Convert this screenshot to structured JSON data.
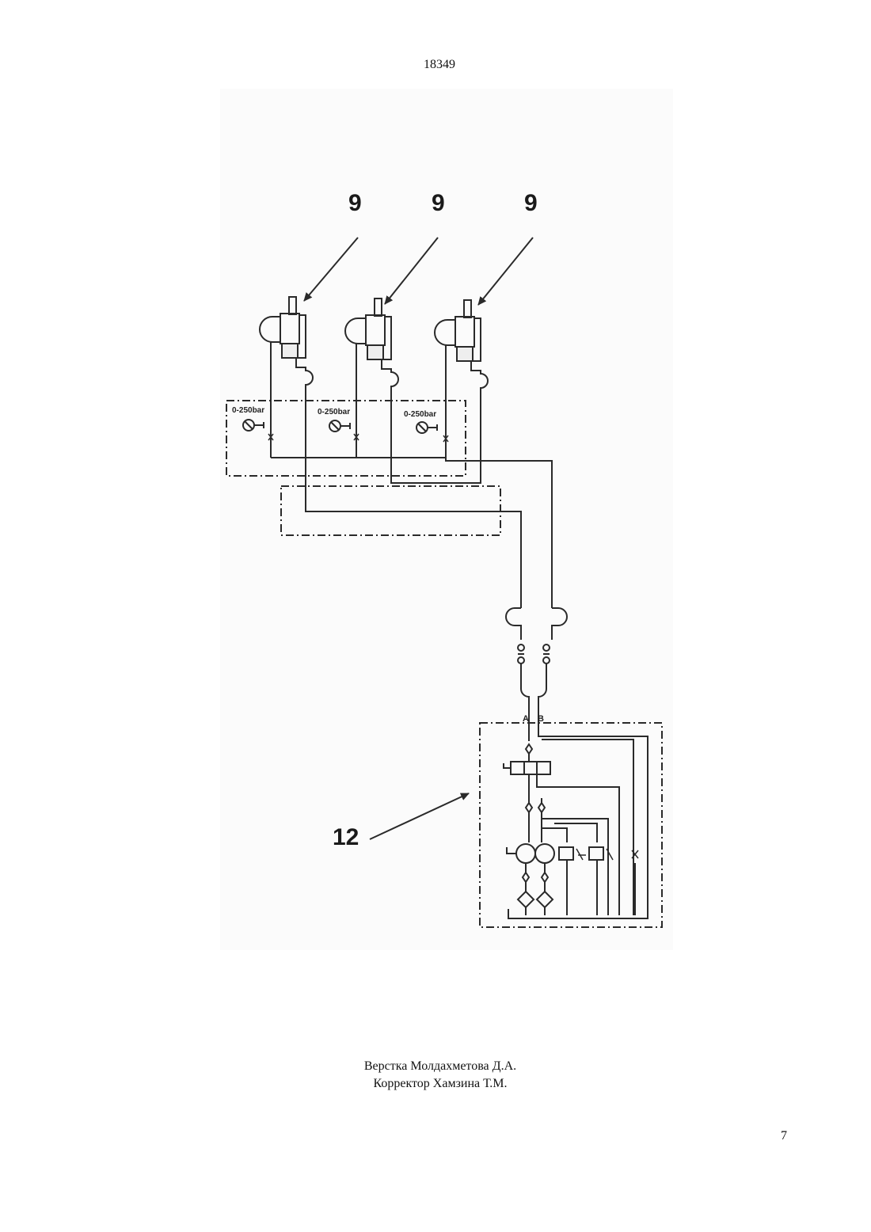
{
  "header": {
    "page_number": "18349",
    "figure_title": "ФИГ. 3"
  },
  "callouts": {
    "cylinder_1": "9",
    "cylinder_2": "9",
    "cylinder_3": "9",
    "power_unit": "12"
  },
  "gauges": {
    "g1": "0-250bar",
    "g2": "0-250bar",
    "g3": "0-250bar"
  },
  "ports": {
    "a": "A",
    "b": "B"
  },
  "credits": {
    "layout": "Верстка Молдахметова Д.А.",
    "corrector": "Корректор Хамзина Т.М."
  },
  "footer": {
    "page": "7"
  }
}
